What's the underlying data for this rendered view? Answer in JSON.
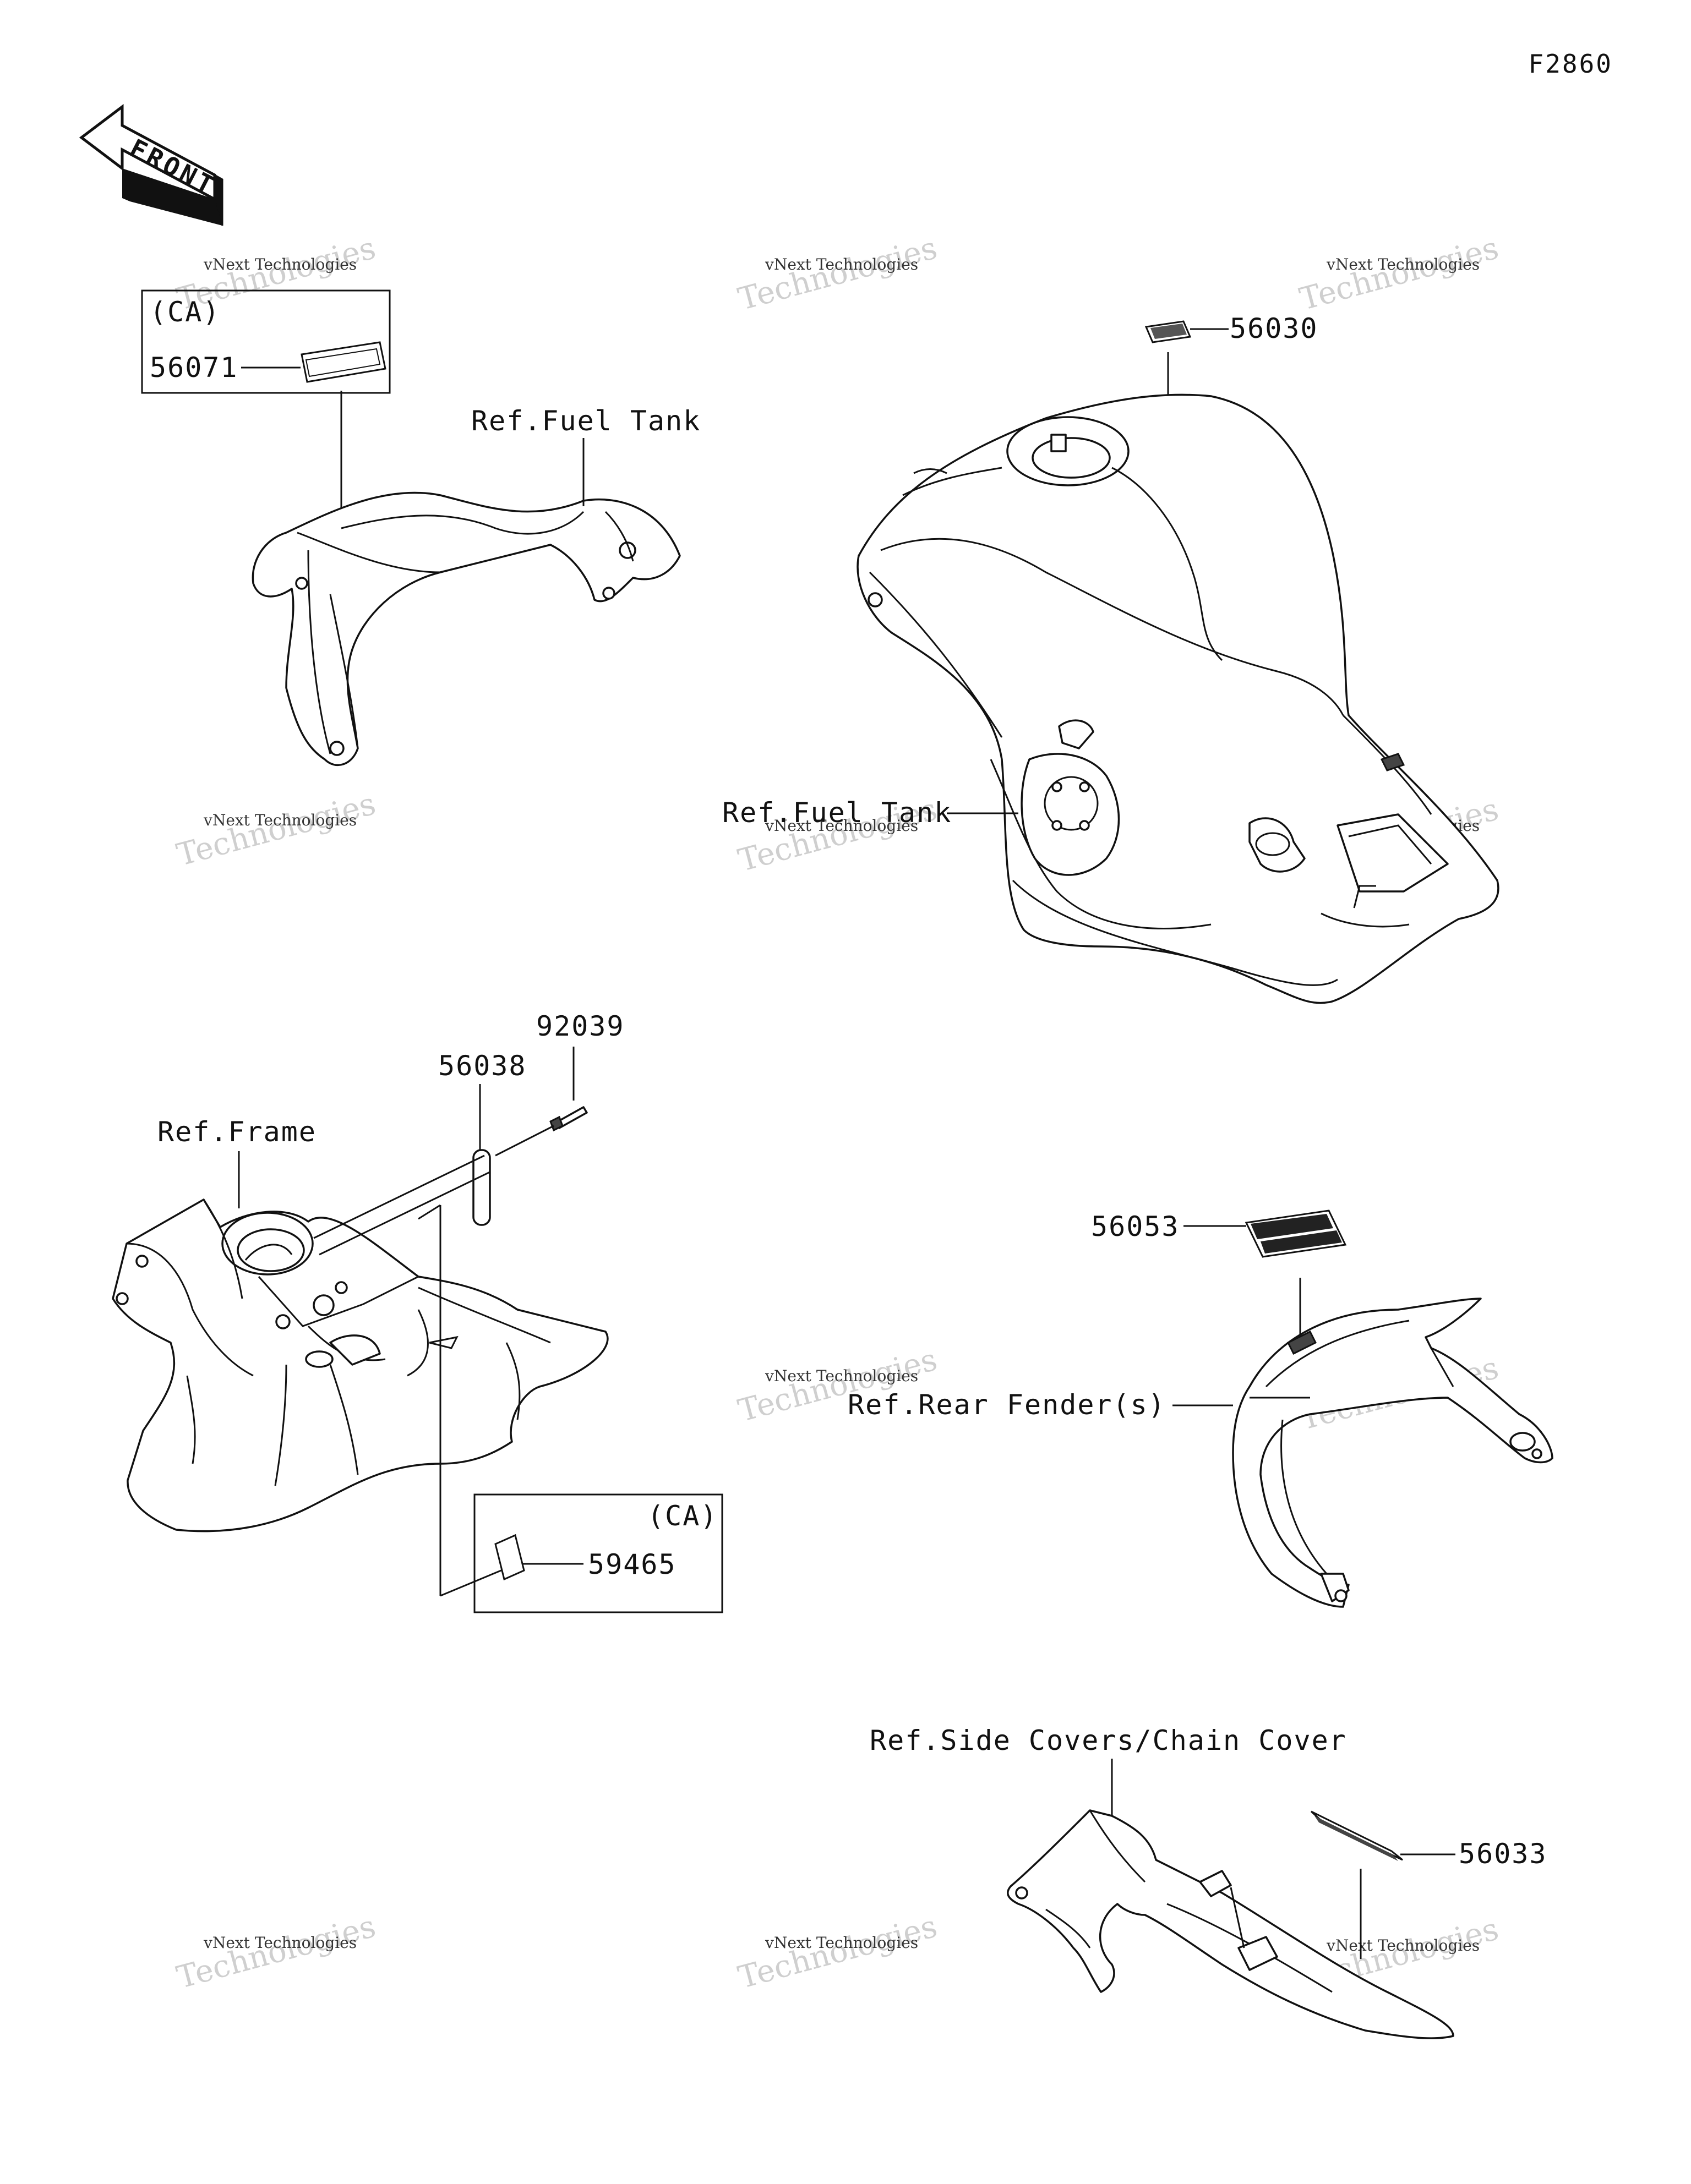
{
  "figure_id": "F2860",
  "direction_arrow": {
    "label": "FRONT",
    "icon": "front-arrow-icon"
  },
  "callouts": {
    "p56071": "56071",
    "p56030": "56030",
    "p92039": "92039",
    "p56038": "56038",
    "p59465": "59465",
    "p56053": "56053",
    "p56033": "56033"
  },
  "references": {
    "fuel_tank_top": "Ref.Fuel Tank",
    "fuel_tank_side": "Ref.Fuel Tank",
    "frame": "Ref.Frame",
    "rear_fender": "Ref.Rear Fender(s)",
    "side_covers": "Ref.Side Covers/Chain Cover"
  },
  "region_labels": {
    "ca_top": "(CA)",
    "ca_bottom": "(CA)"
  },
  "watermark": {
    "line1": "vNext Technologies",
    "line2": "vNext",
    "line3": "Technologies"
  }
}
